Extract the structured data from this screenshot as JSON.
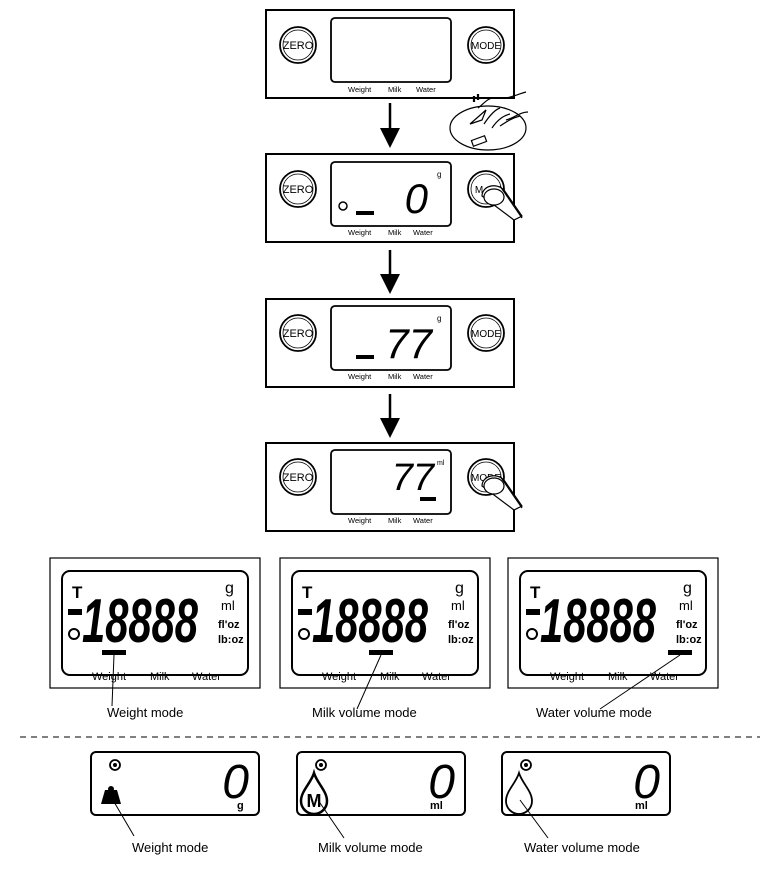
{
  "scale_panels": [
    {
      "zero_label": "ZERO",
      "mode_label": "MODE",
      "display_value": "",
      "unit": "",
      "mode_labels": [
        "Weight",
        "Milk",
        "Water"
      ]
    },
    {
      "zero_label": "ZERO",
      "mode_label": "M",
      "display_value": "0",
      "unit": "g",
      "mode_labels": [
        "Weight",
        "Milk",
        "Water"
      ]
    },
    {
      "zero_label": "ZERO",
      "mode_label": "MODE",
      "display_value": "77",
      "unit": "g",
      "mode_labels": [
        "Weight",
        "Milk",
        "Water"
      ]
    },
    {
      "zero_label": "ZERO",
      "mode_label": "MODE",
      "display_value": "77",
      "unit": "ml",
      "mode_labels": [
        "Weight",
        "Milk",
        "Water"
      ]
    }
  ],
  "lcd_panels": [
    {
      "t_label": "T",
      "digits": "18888",
      "units": [
        "g",
        "ml",
        "fl'oz",
        "lb:oz"
      ],
      "mode_labels": [
        "Weight",
        "Milk",
        "Water"
      ],
      "caption": "Weight mode"
    },
    {
      "t_label": "T",
      "digits": "18888",
      "units": [
        "g",
        "ml",
        "fl'oz",
        "lb:oz"
      ],
      "mode_labels": [
        "Weight",
        "Milk",
        "Water"
      ],
      "caption": "Milk volume mode"
    },
    {
      "t_label": "T",
      "digits": "18888",
      "units": [
        "g",
        "ml",
        "fl'oz",
        "lb:oz"
      ],
      "mode_labels": [
        "Weight",
        "Milk",
        "Water"
      ],
      "caption": "Water volume mode"
    }
  ],
  "icon_panels": [
    {
      "value": "0",
      "unit": "g",
      "icon": "weight-icon",
      "caption": "Weight mode"
    },
    {
      "value": "0",
      "unit": "ml",
      "icon": "milk-drop-icon",
      "icon_letter": "M",
      "caption": "Milk volume mode"
    },
    {
      "value": "0",
      "unit": "ml",
      "icon": "water-drop-icon",
      "caption": "Water volume mode"
    }
  ]
}
